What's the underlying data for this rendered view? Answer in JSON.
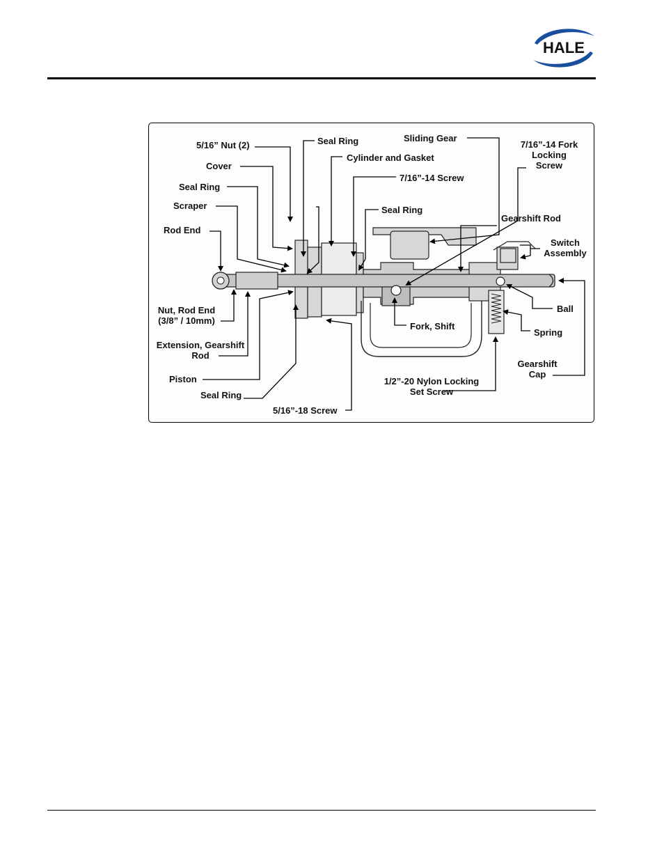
{
  "brand": {
    "name": "HALE",
    "color": "#1a4fa0"
  },
  "labels": {
    "nut_5_16": "5/16” Nut (2)",
    "seal_ring_top": "Seal Ring",
    "sliding_gear": "Sliding Gear",
    "fork_locking_1": "7/16”-14 Fork",
    "fork_locking_2": "Locking",
    "fork_locking_3": "Screw",
    "cover": "Cover",
    "cylinder_gasket": "Cylinder and Gasket",
    "screw_7_16": "7/16”-14 Screw",
    "seal_ring_left": "Seal Ring",
    "scraper": "Scraper",
    "seal_ring_mid": "Seal Ring",
    "gearshift_rod": "Gearshift Rod",
    "rod_end": "Rod End",
    "switch_1": "Switch",
    "switch_2": "Assembly",
    "nut_rod_end": "Nut, Rod End",
    "nut_rod_end_size": "(3/8” / 10mm)",
    "ball": "Ball",
    "fork_shift": "Fork, Shift",
    "spring": "Spring",
    "extension_1": "Extension, Gearshift",
    "extension_2": "Rod",
    "gearshift_cap_1": "Gearshift",
    "gearshift_cap_2": "Cap",
    "piston": "Piston",
    "nylon_1": "1/2”-20 Nylon Locking",
    "nylon_2": "Set Screw",
    "seal_ring_bottom": "Seal Ring",
    "screw_5_16": "5/16”-18 Screw"
  }
}
